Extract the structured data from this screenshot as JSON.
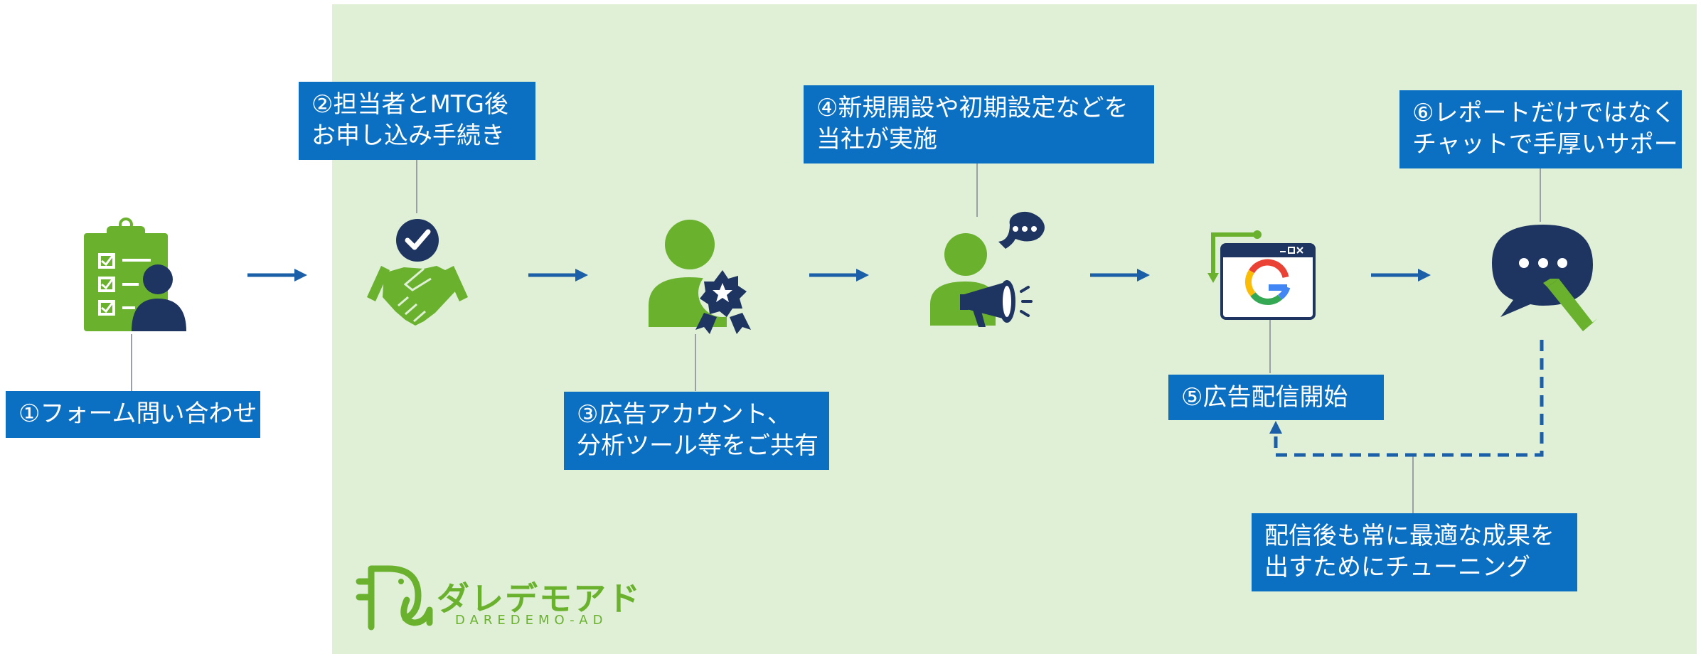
{
  "steps": [
    {
      "lines": [
        "①フォーム問い合わせ"
      ]
    },
    {
      "lines": [
        "②担当者とMTG後",
        "お申し込み手続き"
      ]
    },
    {
      "lines": [
        "③広告アカウント、",
        "分析ツール等をご共有"
      ]
    },
    {
      "lines": [
        "④新規開設や初期設定などを",
        "当社が実施"
      ]
    },
    {
      "lines": [
        "⑤広告配信開始"
      ]
    },
    {
      "lines": [
        "⑥レポートだけではなく",
        "チャットで手厚いサポート"
      ]
    }
  ],
  "tuning": {
    "lines": [
      "配信後も常に最適な成果を",
      "出すためにチューニング"
    ]
  },
  "logo": {
    "name": "ダレデモアド",
    "sub": "DAREDEMO-AD"
  },
  "icons": [
    "clipboard-user-icon",
    "handshake-check-icon",
    "user-award-icon",
    "user-megaphone-icon",
    "google-browser-icon",
    "chat-bubble-pen-icon"
  ],
  "colors": {
    "green": "#6ab12e",
    "navy": "#1e3461",
    "blue": "#0b6fc2",
    "panel": "#dff0d6"
  }
}
